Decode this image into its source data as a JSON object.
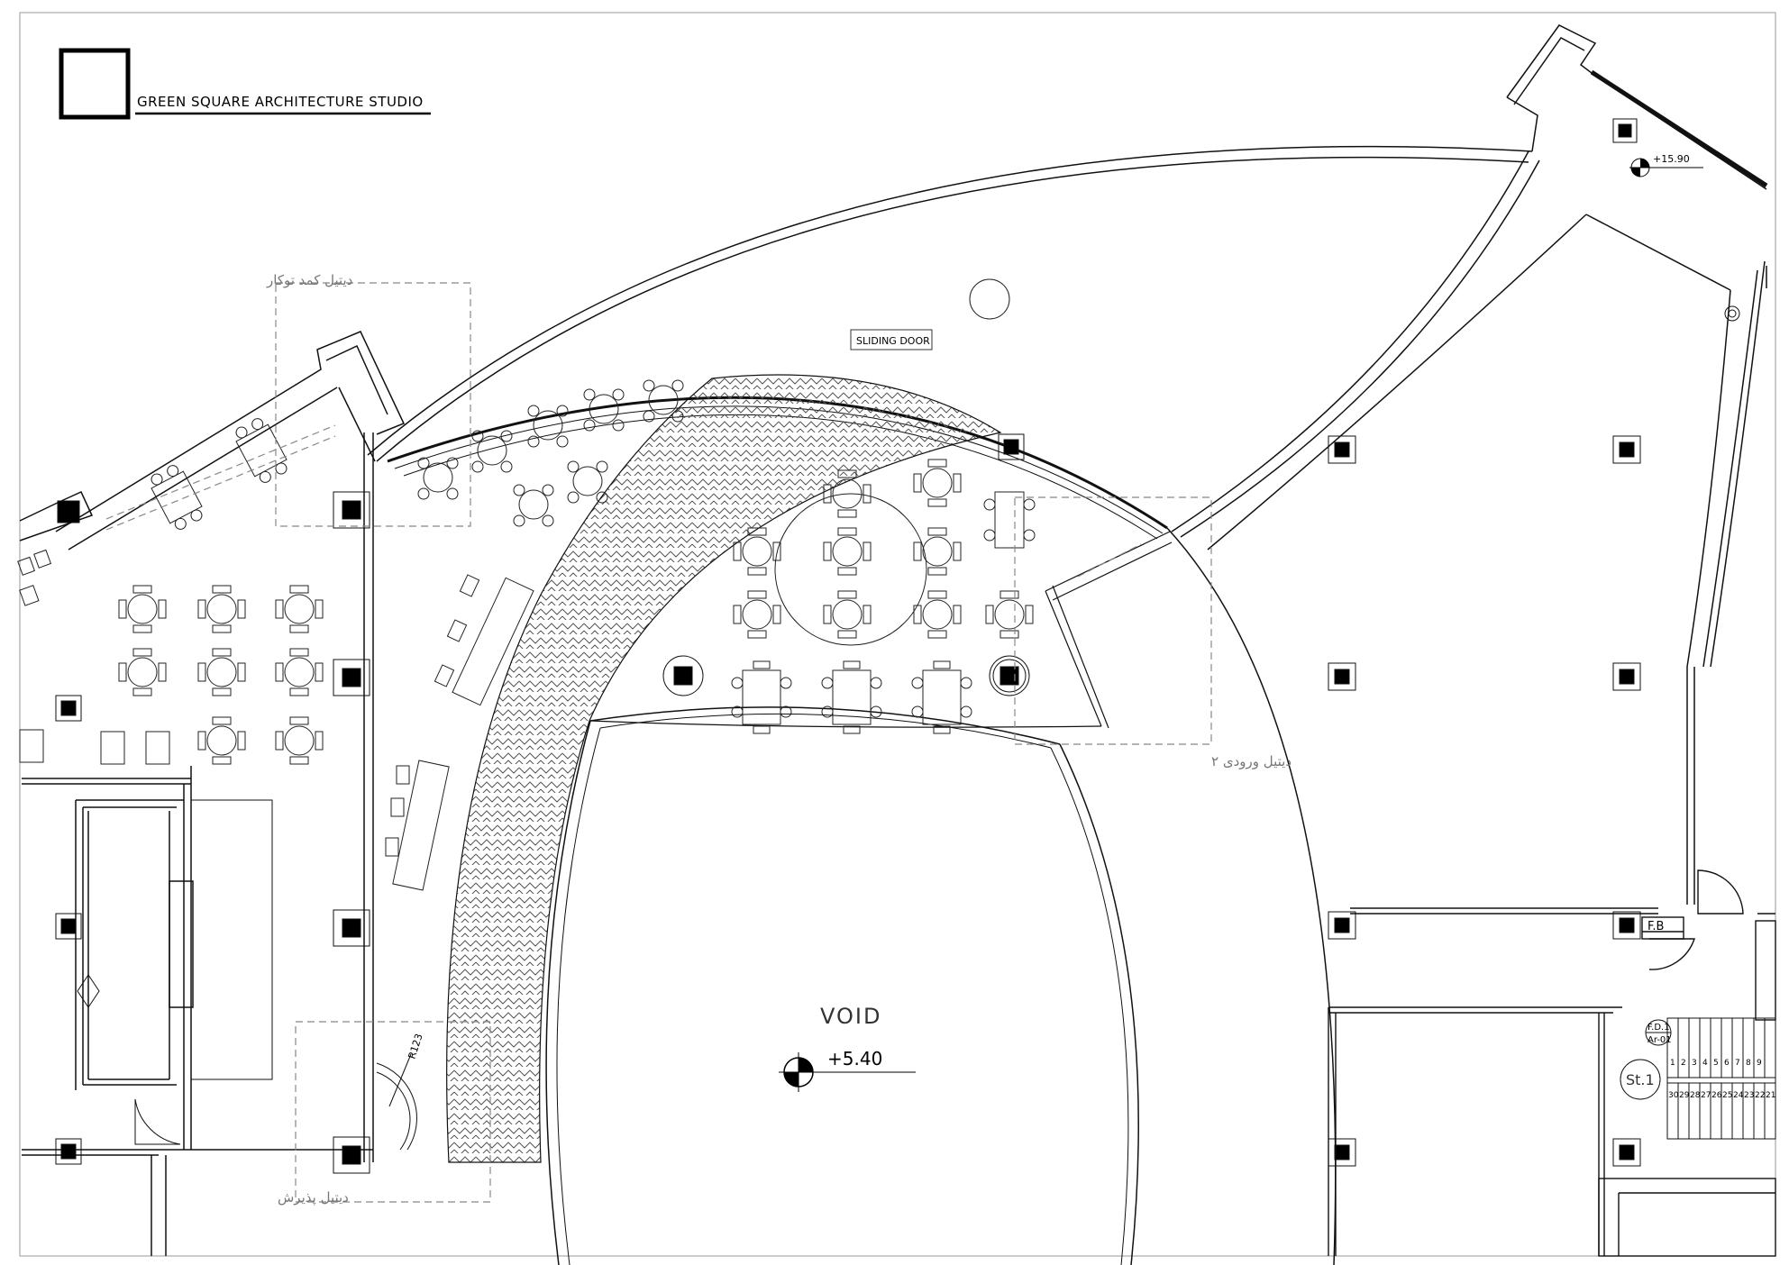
{
  "studio": {
    "name": "GREEN SQUARE ARCHITECTURE  STUDIO"
  },
  "labels": {
    "sliding_door": "SLIDING DOOR",
    "void": "VOID",
    "level_void": "+5.40",
    "level_top": "+15.90",
    "radius": "R123",
    "fb": "F.B",
    "fd_top": "F.D.1",
    "fd_bottom": "Ar-01",
    "stair": "St.1"
  },
  "details": {
    "cabinet": "دیتیل کمد توکار",
    "entrance": "دیتیل ورودی ۲",
    "reception": "دیتیل پذیرش"
  },
  "stair_numbers": {
    "top": [
      "1",
      "2",
      "3",
      "4",
      "5",
      "6",
      "7",
      "8",
      "9"
    ],
    "bottom": [
      "30",
      "29",
      "28",
      "27",
      "26",
      "25",
      "24",
      "23",
      "22",
      "21"
    ]
  },
  "colors": {
    "line": "#111111",
    "thin": "#444444",
    "fill": "#000000",
    "hatch": "#555555",
    "dash": "#888888"
  }
}
